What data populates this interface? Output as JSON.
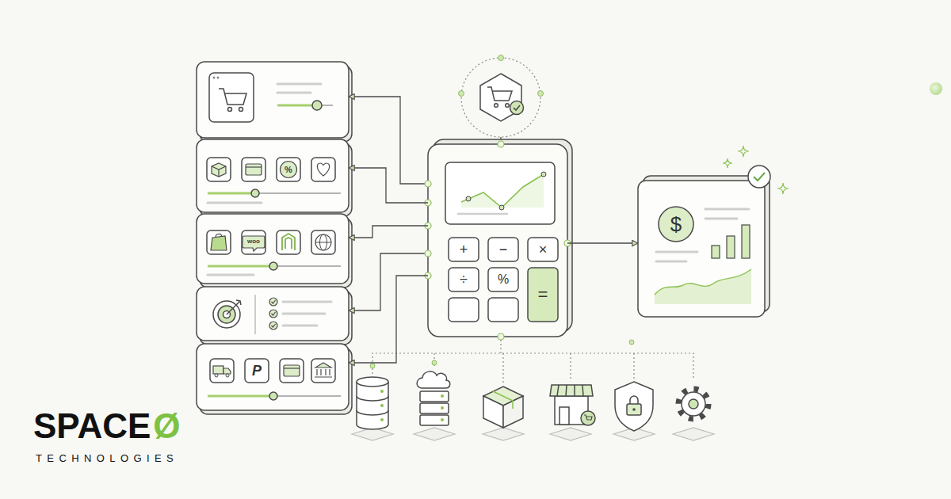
{
  "diagram": {
    "nodes": [
      {
        "text": [
          "%"
        ]
      },
      {
        "text": [
          "woo"
        ]
      },
      {
        "text": [
          "P"
        ]
      },
      {
        "text": [
          "+",
          "−",
          "×",
          "÷",
          "%",
          "="
        ]
      },
      {
        "text": [
          "$"
        ]
      }
    ],
    "edges": [
      {
        "from": 3,
        "to": 0,
        "arrow": "to"
      },
      {
        "from": 3,
        "to": 1,
        "arrow": "to"
      },
      {
        "from": 3,
        "to": 2,
        "arrow": "to"
      },
      {
        "from": 3,
        "to": 4,
        "arrow": "to"
      }
    ],
    "labels": [
      "SPACE",
      "Ø",
      "TECHNOLOGIES"
    ]
  }
}
